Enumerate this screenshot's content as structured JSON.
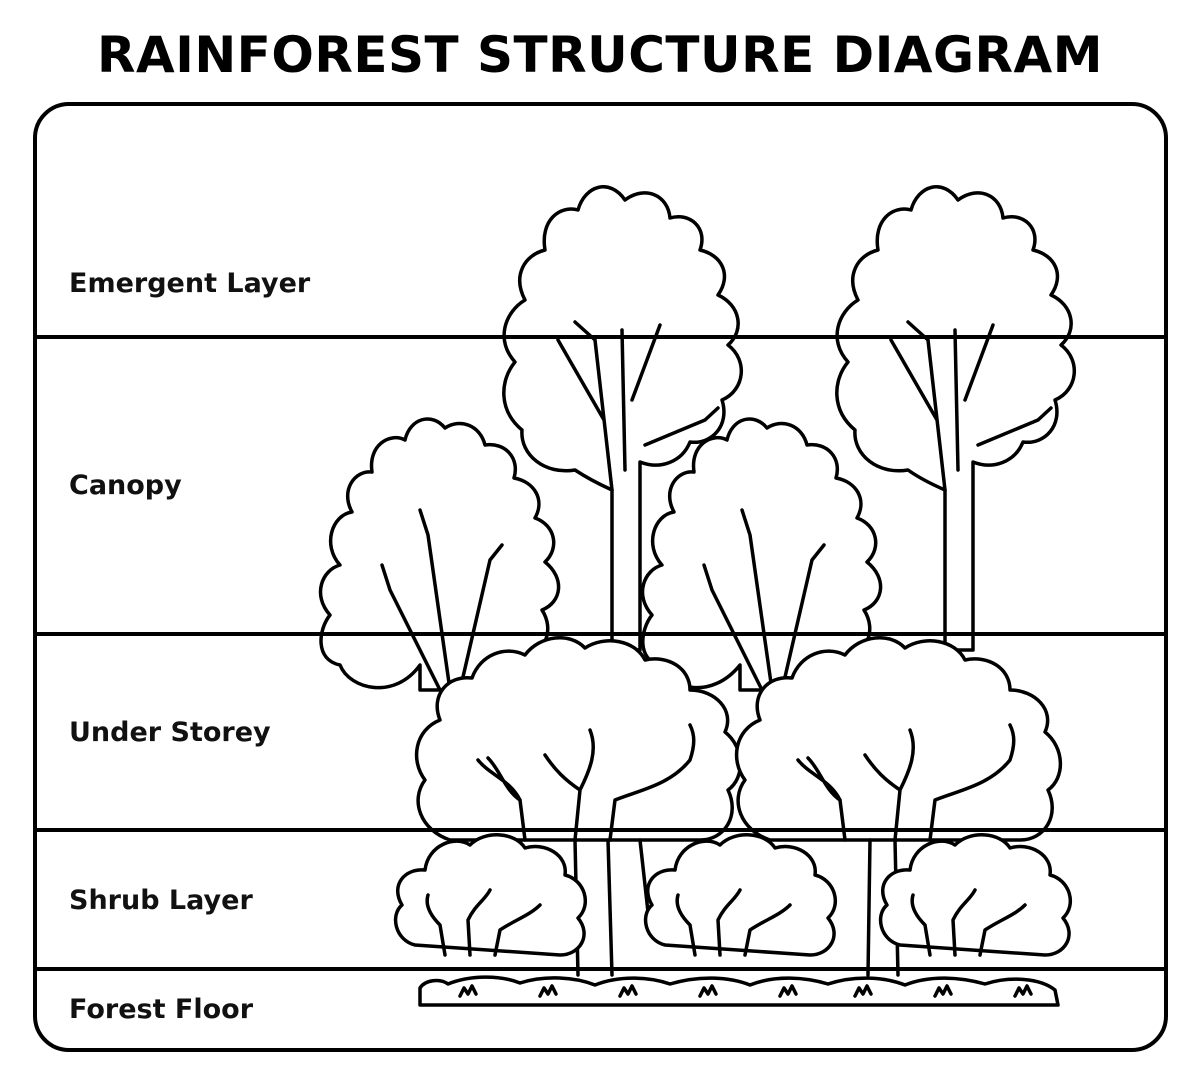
{
  "title": "RAINFOREST STRUCTURE DIAGRAM",
  "layers": [
    {
      "label": "Emergent Layer"
    },
    {
      "label": "Canopy"
    },
    {
      "label": "Under Storey"
    },
    {
      "label": "Shrub Layer"
    },
    {
      "label": "Forest Floor"
    }
  ],
  "colors": {
    "line": "#000000",
    "background": "#ffffff"
  }
}
